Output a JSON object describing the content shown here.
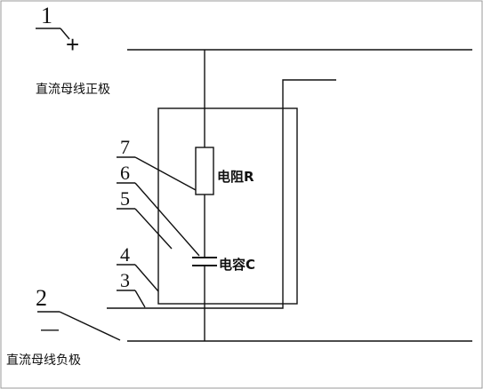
{
  "labels": {
    "bus_positive_number": "1",
    "bus_negative_number": "2",
    "positive_sign": "+",
    "negative_sign": "—",
    "bus_positive_name": "直流母线正极",
    "bus_negative_name": "直流母线负极",
    "resistor": "电阻R",
    "capacitor": "电容C"
  },
  "callouts": [
    "7",
    "6",
    "5",
    "4",
    "3"
  ]
}
